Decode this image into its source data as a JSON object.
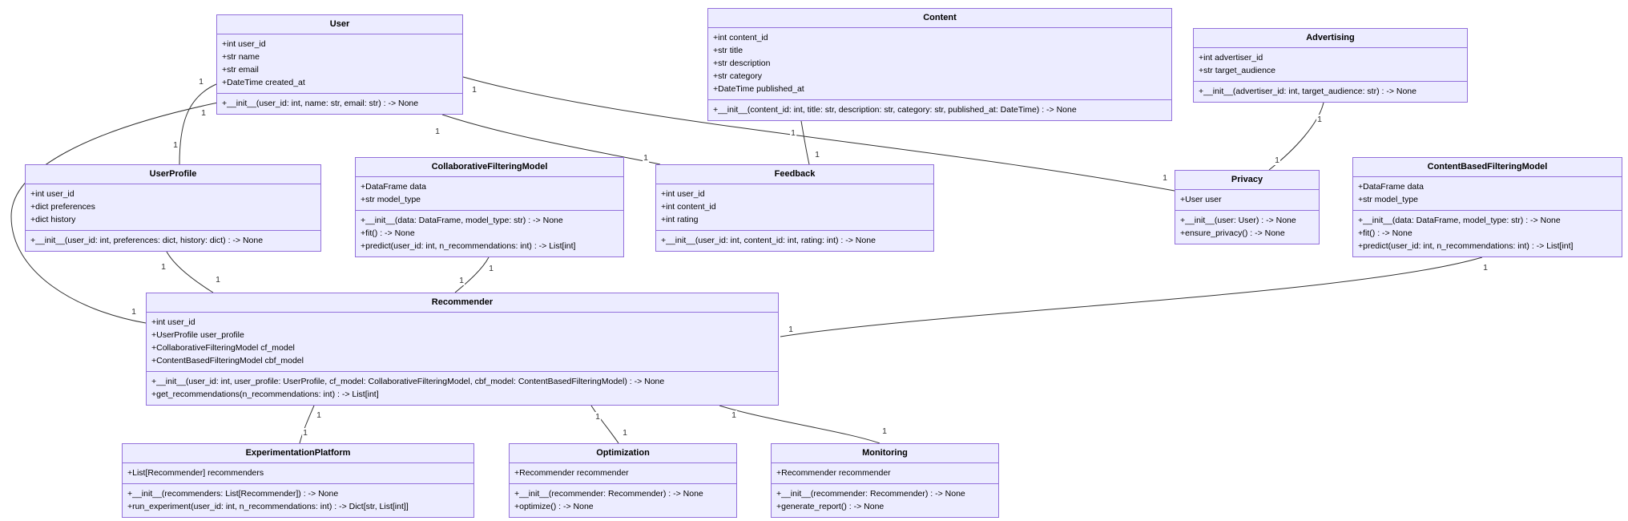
{
  "diagram": {
    "type": "uml-class-diagram",
    "colors": {
      "node_fill": "#ECECFF",
      "node_border": "#9370DB",
      "edge": "#333333",
      "text": "#000000",
      "background": "#FFFFFF"
    },
    "classes": [
      {
        "name": "User",
        "attributes": [
          "+int user_id",
          "+str name",
          "+str email",
          "+DateTime created_at"
        ],
        "methods": [
          "+__init__(user_id: int, name: str, email: str) : -> None"
        ]
      },
      {
        "name": "Content",
        "attributes": [
          "+int content_id",
          "+str title",
          "+str description",
          "+str category",
          "+DateTime published_at"
        ],
        "methods": [
          "+__init__(content_id: int, title: str, description: str, category: str, published_at: DateTime) : -> None"
        ]
      },
      {
        "name": "Advertising",
        "attributes": [
          "+int advertiser_id",
          "+str target_audience"
        ],
        "methods": [
          "+__init__(advertiser_id: int, target_audience: str) : -> None"
        ]
      },
      {
        "name": "UserProfile",
        "attributes": [
          "+int user_id",
          "+dict preferences",
          "+dict history"
        ],
        "methods": [
          "+__init__(user_id: int, preferences: dict, history: dict) : -> None"
        ]
      },
      {
        "name": "CollaborativeFilteringModel",
        "attributes": [
          "+DataFrame data",
          "+str model_type"
        ],
        "methods": [
          "+__init__(data: DataFrame, model_type: str) : -> None",
          "+fit() : -> None",
          "+predict(user_id: int, n_recommendations: int) : -> List[int]"
        ]
      },
      {
        "name": "Feedback",
        "attributes": [
          "+int user_id",
          "+int content_id",
          "+int rating"
        ],
        "methods": [
          "+__init__(user_id: int, content_id: int, rating: int) : -> None"
        ]
      },
      {
        "name": "Privacy",
        "attributes": [
          "+User user"
        ],
        "methods": [
          "+__init__(user: User) : -> None",
          "+ensure_privacy() : -> None"
        ]
      },
      {
        "name": "ContentBasedFilteringModel",
        "attributes": [
          "+DataFrame data",
          "+str model_type"
        ],
        "methods": [
          "+__init__(data: DataFrame, model_type: str) : -> None",
          "+fit() : -> None",
          "+predict(user_id: int, n_recommendations: int) : -> List[int]"
        ]
      },
      {
        "name": "Recommender",
        "attributes": [
          "+int user_id",
          "+UserProfile user_profile",
          "+CollaborativeFilteringModel cf_model",
          "+ContentBasedFilteringModel cbf_model"
        ],
        "methods": [
          "+__init__(user_id: int, user_profile: UserProfile, cf_model: CollaborativeFilteringModel, cbf_model: ContentBasedFilteringModel) : -> None",
          "+get_recommendations(n_recommendations: int) : -> List[int]"
        ]
      },
      {
        "name": "ExperimentationPlatform",
        "attributes": [
          "+List[Recommender] recommenders"
        ],
        "methods": [
          "+__init__(recommenders: List[Recommender]) : -> None",
          "+run_experiment(user_id: int, n_recommendations: int) : -> Dict[str, List[int]]"
        ]
      },
      {
        "name": "Optimization",
        "attributes": [
          "+Recommender recommender"
        ],
        "methods": [
          "+__init__(recommender: Recommender) : -> None",
          "+optimize() : -> None"
        ]
      },
      {
        "name": "Monitoring",
        "attributes": [
          "+Recommender recommender"
        ],
        "methods": [
          "+__init__(recommender: Recommender) : -> None",
          "+generate_report() : -> None"
        ]
      }
    ],
    "relationships": [
      {
        "from": "User",
        "to": "UserProfile",
        "from_card": "1",
        "to_card": "1"
      },
      {
        "from": "User",
        "to": "Recommender",
        "from_card": "1",
        "to_card": "1"
      },
      {
        "from": "User",
        "to": "Feedback",
        "from_card": "1",
        "to_card": "1"
      },
      {
        "from": "Content",
        "to": "Feedback",
        "from_card": "1",
        "to_card": "1"
      },
      {
        "from": "User",
        "to": "Privacy",
        "from_card": "1",
        "to_card": "1"
      },
      {
        "from": "Advertising",
        "to": "Privacy",
        "from_card": "1",
        "to_card": "1"
      },
      {
        "from": "UserProfile",
        "to": "Recommender",
        "from_card": "1",
        "to_card": "1"
      },
      {
        "from": "CollaborativeFilteringModel",
        "to": "Recommender",
        "from_card": "1",
        "to_card": "1"
      },
      {
        "from": "ContentBasedFilteringModel",
        "to": "Recommender",
        "from_card": "1",
        "to_card": "1"
      },
      {
        "from": "Recommender",
        "to": "ExperimentationPlatform",
        "from_card": "1",
        "to_card": "1"
      },
      {
        "from": "Recommender",
        "to": "Optimization",
        "from_card": "1",
        "to_card": "1"
      },
      {
        "from": "Recommender",
        "to": "Monitoring",
        "from_card": "1",
        "to_card": "1"
      }
    ]
  }
}
